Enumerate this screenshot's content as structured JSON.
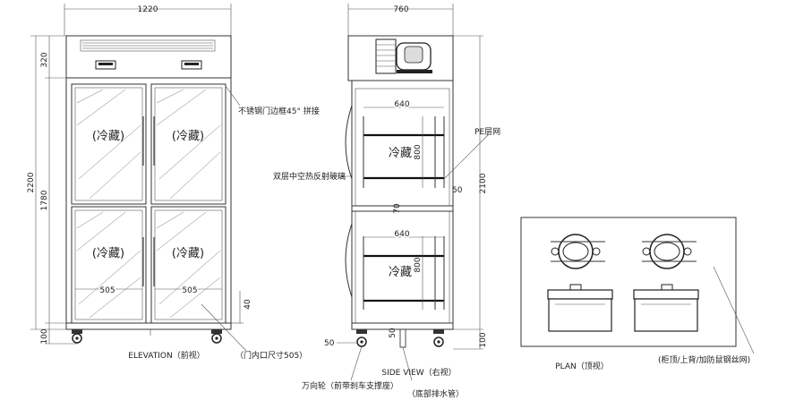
{
  "elevation": {
    "width_dim": "1220",
    "top_dim": "320",
    "height_dim": "2200",
    "door_dim": "1780",
    "bottom_dim": "100",
    "door_label": "(冷藏)",
    "door_width_left": "505",
    "door_width_right": "505",
    "gap_dim": "40",
    "caption": "ELEVATION（前视）",
    "note_frame": "不锈钢门边框45° 拼接",
    "note_opening": "（门内口尺寸505）"
  },
  "side": {
    "width_dim": "760",
    "height_dim": "2100",
    "shelf_width_top": "640",
    "shelf_width_bottom": "640",
    "shelf_height_top": "800",
    "shelf_height_bottom": "800",
    "zone_label_top": "冷藏",
    "zone_label_bottom": "冷藏",
    "dim_50_right": "50",
    "dim_70": "70",
    "dim_50_bottom": "50",
    "dim_50_left": "50",
    "dim_100": "100",
    "note_pe": "PE层网",
    "note_glass": "双层中空热反射玻璃",
    "note_caster": "万向轮（前带刹车支撑座）",
    "note_drain": "（底部排水管）",
    "caption": "SIDE VIEW（右视）"
  },
  "plan": {
    "caption": "PLAN（顶视）",
    "note_mesh": "(柜顶/上背/加防鼠钢丝网)"
  }
}
